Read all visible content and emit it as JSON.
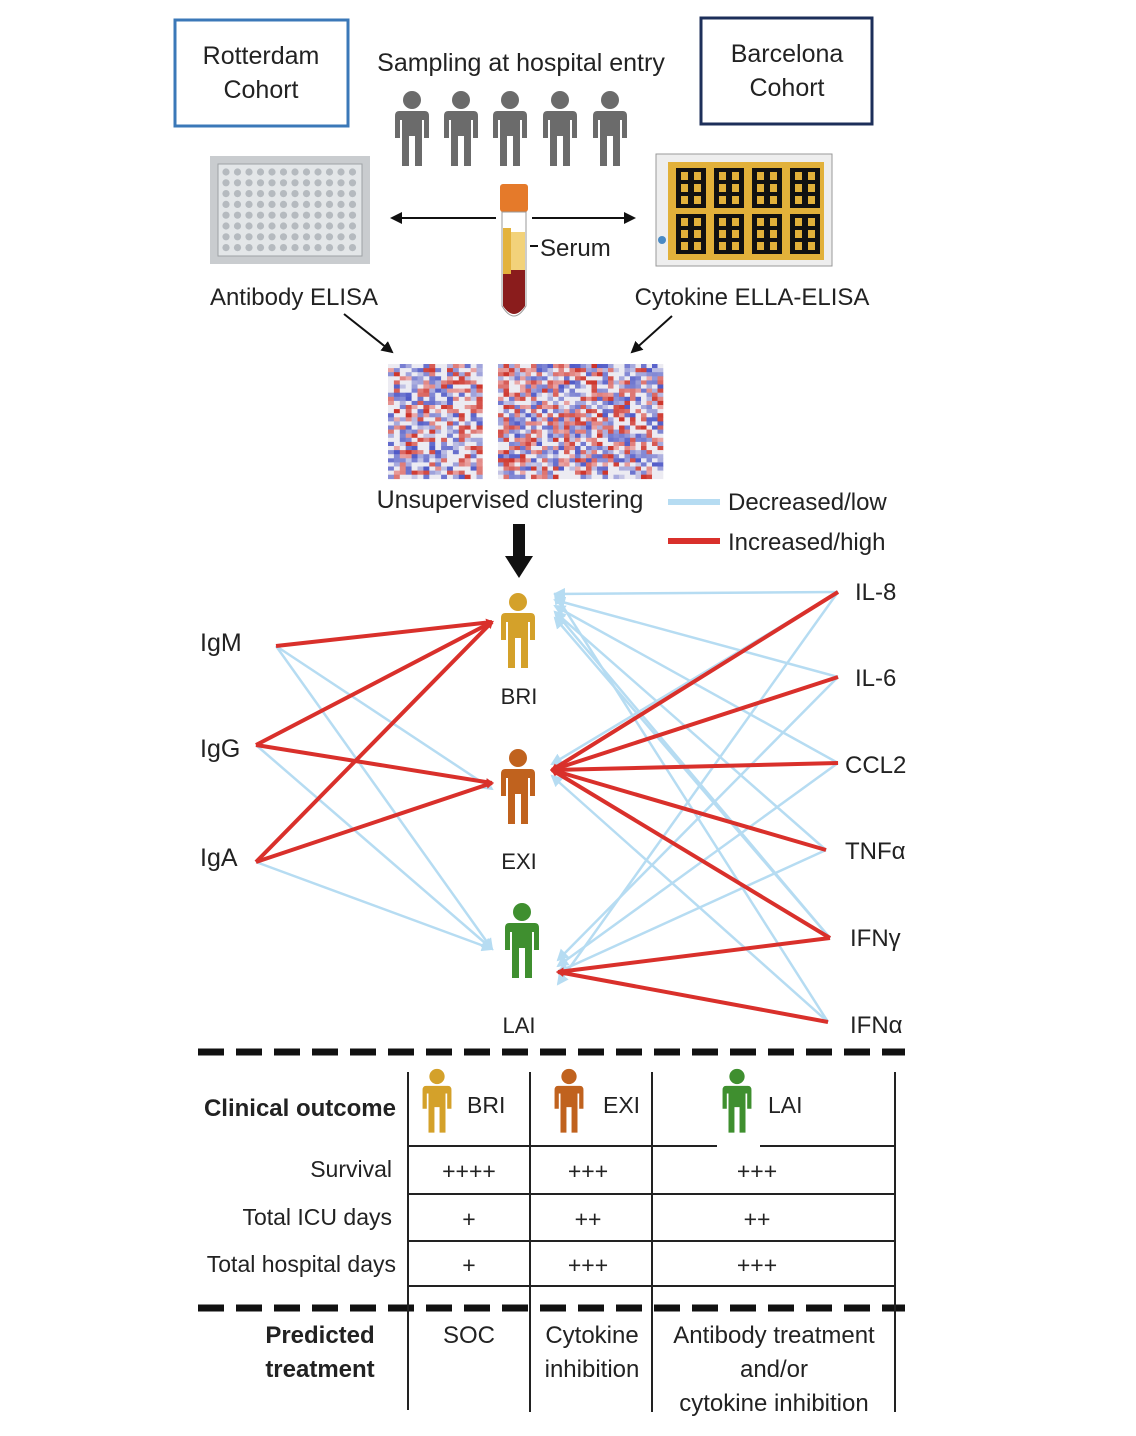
{
  "top": {
    "cohort_left": [
      "Rotterdam",
      "Cohort"
    ],
    "cohort_right": [
      "Barcelona",
      "Cohort"
    ],
    "sampling": "Sampling at hospital entry",
    "serum": "Serum",
    "antibody_assay": "Antibody ELISA",
    "cytokine_assay": "Cytokine ELLA-ELISA",
    "clustering": "Unsupervised clustering"
  },
  "legend": {
    "decreased": "Decreased/low",
    "increased": "Increased/high"
  },
  "antibodies": [
    "IgM",
    "IgG",
    "IgA"
  ],
  "cytokines": [
    "IL-8",
    "IL-6",
    "CCL2",
    "TNFα",
    "IFNγ",
    "IFNα"
  ],
  "clusters": [
    "BRI",
    "EXI",
    "LAI"
  ],
  "colors": {
    "bri": "#d4a12a",
    "exi": "#c0621e",
    "lai": "#3f8f2f",
    "increased": "#d9302b",
    "decreased": "#b6dcf2",
    "cohort_left_border": "#3b78b8",
    "cohort_right_border": "#1d2f5a",
    "person": "#6b6b6b"
  },
  "table": {
    "header_label": "Clinical outcome",
    "rows": [
      {
        "label": "Survival",
        "values": [
          "++++",
          "+++",
          "+++"
        ]
      },
      {
        "label": "Total ICU days",
        "values": [
          "+",
          "++",
          "++"
        ]
      },
      {
        "label": "Total hospital days",
        "values": [
          "+",
          "+++",
          "+++"
        ]
      }
    ],
    "treatment_label": [
      "Predicted",
      "treatment"
    ],
    "treatments": [
      [
        "SOC"
      ],
      [
        "Cytokine",
        "inhibition"
      ],
      [
        "Antibody treatment",
        "and/or",
        "cytokine inhibition"
      ]
    ]
  }
}
